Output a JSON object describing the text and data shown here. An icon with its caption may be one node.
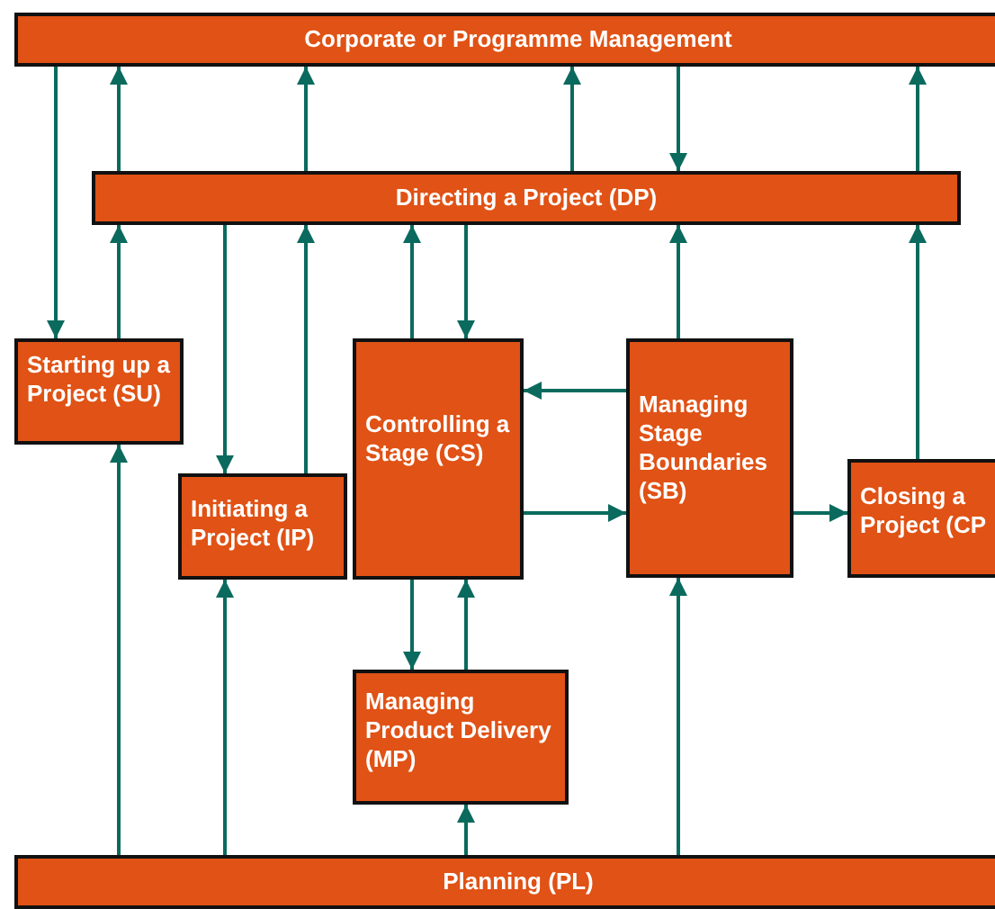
{
  "diagram": {
    "nodes": [
      {
        "text": [
          "Corporate or Programme Management"
        ]
      },
      {
        "text": [
          "Directing a Project (DP)"
        ]
      },
      {
        "text": [
          "Starting up a Project (SU)"
        ]
      },
      {
        "text": [
          "Initiating a Project (IP)"
        ]
      },
      {
        "text": [
          "Controlling a Stage (CS)"
        ]
      },
      {
        "text": [
          "Managing Product Delivery (MP)"
        ]
      },
      {
        "text": [
          "Managing Stage Boundaries (SB)"
        ]
      },
      {
        "text": [
          "Closing a Project (CP"
        ]
      },
      {
        "text": [
          "Planning (PL)"
        ]
      }
    ],
    "edges": [
      {
        "from": 0,
        "to": 2,
        "arrow": "to"
      },
      {
        "from": 1,
        "to": 0,
        "arrow": "to"
      },
      {
        "from": 1,
        "to": 0,
        "arrow": "to"
      },
      {
        "from": 1,
        "to": 0,
        "arrow": "to"
      },
      {
        "from": 0,
        "to": 1,
        "arrow": "to"
      },
      {
        "from": 1,
        "to": 0,
        "arrow": "to"
      },
      {
        "from": 2,
        "to": 1,
        "arrow": "to"
      },
      {
        "from": 1,
        "to": 3,
        "arrow": "to"
      },
      {
        "from": 3,
        "to": 1,
        "arrow": "to"
      },
      {
        "from": 4,
        "to": 1,
        "arrow": "to"
      },
      {
        "from": 1,
        "to": 4,
        "arrow": "to"
      },
      {
        "from": 6,
        "to": 1,
        "arrow": "to"
      },
      {
        "from": 7,
        "to": 1,
        "arrow": "to"
      },
      {
        "from": 6,
        "to": 4,
        "arrow": "to"
      },
      {
        "from": 4,
        "to": 6,
        "arrow": "to"
      },
      {
        "from": 6,
        "to": 7,
        "arrow": "to"
      },
      {
        "from": 4,
        "to": 5,
        "arrow": "to"
      },
      {
        "from": 5,
        "to": 4,
        "arrow": "to"
      },
      {
        "from": 8,
        "to": 2,
        "arrow": "to"
      },
      {
        "from": 8,
        "to": 3,
        "arrow": "to"
      },
      {
        "from": 8,
        "to": 5,
        "arrow": "to"
      },
      {
        "from": 8,
        "to": 6,
        "arrow": "to"
      }
    ]
  }
}
